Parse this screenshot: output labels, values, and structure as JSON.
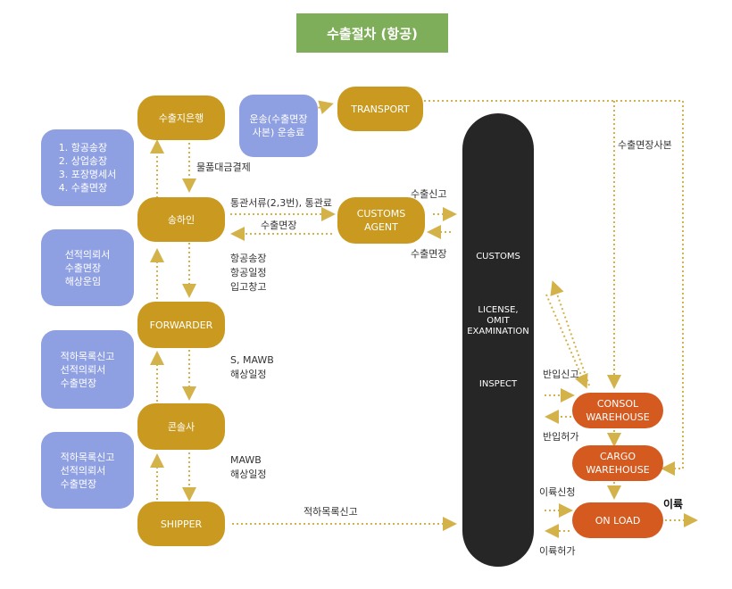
{
  "title": "수출절차 (항공)",
  "colors": {
    "title_bg": "#7fae5a",
    "party_box": "#c99a1f",
    "document_box": "#8fa0e2",
    "warehouse_box": "#d45a20",
    "customs_pillar": "#262626",
    "arrow": "#d4b24a"
  },
  "parties": {
    "export_bank": "수출지은행",
    "shipper_kr": "송하인",
    "forwarder": "FORWARDER",
    "consolidator": "콘솔사",
    "shipper": "SHIPPER",
    "transport": "TRANSPORT",
    "customs_agent": "CUSTOMS\nAGENT"
  },
  "documents": {
    "box1": "1. 항공송장\n2. 상업송장\n3. 포장명세서\n4. 수출면장",
    "box2": "선적의뢰서\n수출면장\n해상운임",
    "box3": "적하목록신고\n선적의뢰서\n수출면장",
    "box4": "적하목록신고\n선적의뢰서\n수출면장",
    "transport_doc": "운송(수출면장\n사본) 운송료"
  },
  "customs": {
    "label1": "CUSTOMS",
    "label2": "LICENSE,\nOMIT\nEXAMINATION",
    "label3": "INSPECT"
  },
  "warehouses": {
    "consol": "CONSOL\nWAREHOUSE",
    "cargo": "CARGO\nWAREHOUSE",
    "onload": "ON LOAD"
  },
  "flow_labels": {
    "payment": "물품대금결제",
    "docs_fee": "통관서류(2,3번), 통관료",
    "export_license_back": "수출면장",
    "export_declaration": "수출신고",
    "export_license_return": "수출면장",
    "air_info": "항공송장\n항공일정\n입고창고",
    "s_mawb": "S, MAWB\n해상일정",
    "mawb": "MAWB\n해상일정",
    "manifest": "적하목록신고",
    "license_copy": "수출면장사본",
    "carry_in_report": "반입신고",
    "carry_in_permit": "반입허가",
    "departure_request": "이륙신청",
    "departure_permit": "이륙허가",
    "departure": "이륙"
  }
}
